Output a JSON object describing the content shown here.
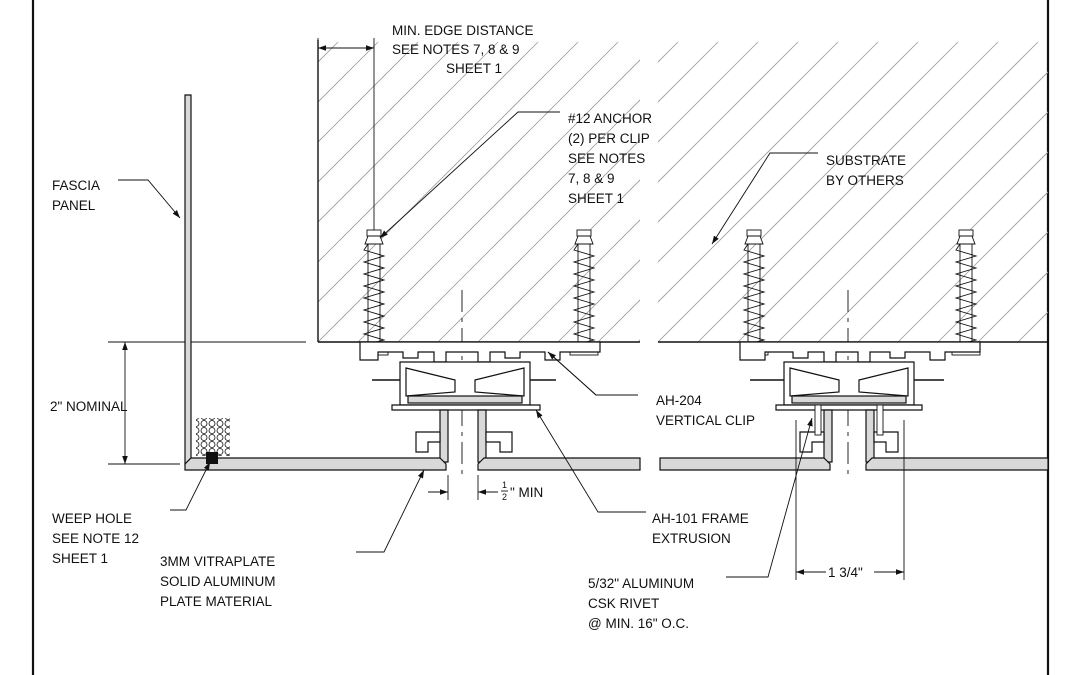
{
  "labels": {
    "min_edge_distance": [
      "MIN. EDGE DISTANCE",
      "SEE NOTES 7, 8 & 9",
      "SHEET 1"
    ],
    "anchor": [
      "#12 ANCHOR",
      "(2) PER CLIP",
      "SEE NOTES",
      "7, 8 & 9",
      "SHEET 1"
    ],
    "substrate": [
      "SUBSTRATE",
      "BY OTHERS"
    ],
    "fascia": [
      "FASCIA",
      "PANEL"
    ],
    "nominal": [
      "2\" NOMINAL"
    ],
    "vertical_clip": [
      "AH-204",
      "VERTICAL CLIP"
    ],
    "weep_hole": [
      "WEEP HOLE",
      "SEE NOTE 12",
      "SHEET 1"
    ],
    "min_half": [
      "\" MIN"
    ],
    "min_half_fraction": {
      "num": "1",
      "den": "2"
    },
    "frame_extrusion": [
      "AH-101 FRAME",
      "EXTRUSION"
    ],
    "vitraplate": [
      "3MM VITRAPLATE",
      "SOLID ALUMINUM",
      "PLATE MATERIAL"
    ],
    "rivet": [
      "5/32\" ALUMINUM",
      "CSK RIVET",
      "@ MIN. 16\" O.C."
    ],
    "spacing": [
      "1 3/4\""
    ]
  }
}
